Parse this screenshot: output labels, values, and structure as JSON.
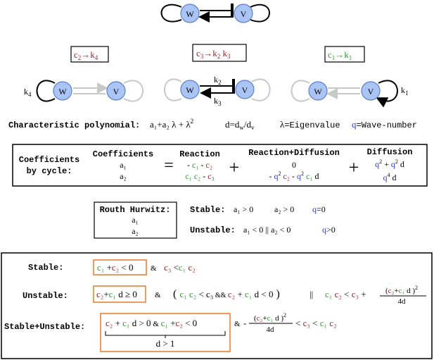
{
  "colors": {
    "node_fill": "#a9c4f5",
    "node_stroke": "#5a7fc8",
    "red": "#a0222b",
    "green": "#2f9e2f",
    "blue": "#2a3ad6",
    "orange": "#e8782a",
    "gray_loop": "#c8c8c8"
  },
  "nodes": {
    "w": "W",
    "v": "V"
  },
  "boxes": {
    "left": {
      "c": "c",
      "sub": "2",
      "arrow": "→",
      "k": "k",
      "ksub": "4"
    },
    "middle": {
      "c": "c",
      "sub": "3",
      "arrow": "→",
      "k1": "k",
      "k1sub": "2",
      "k2": "k",
      "k2sub": "3"
    },
    "right": {
      "c": "c",
      "sub": "1",
      "arrow": "→",
      "k": "k",
      "ksub": "1"
    }
  },
  "labels": {
    "k4": "k",
    "k4sub": "4",
    "k2": "k",
    "k2sub": "2",
    "k3": "k",
    "k3sub": "3",
    "k1": "k",
    "k1sub": "1"
  },
  "char_poly": {
    "label": "Characteristic polynomial:",
    "expr": "a₁+a₂ λ + λ",
    "sup": "2",
    "d_def": "d=d",
    "d_w": "w",
    "slash": "/d",
    "d_v": "v",
    "lambda": "λ",
    "eig": "=Eigenvalue",
    "q": "q",
    "wave": "=Wave-number"
  },
  "coef": {
    "title1": "Coefficients",
    "title2": "by cycle:",
    "col_head": "Coefficients",
    "a1": "a₁",
    "a2": "a₂",
    "eq": "=",
    "reaction": "Reaction",
    "reaction_diffusion": "Reaction+Diffusion",
    "diffusion": "Diffusion",
    "plus": "+",
    "r1_minus1": "- ",
    "r1_c1": "c₁",
    "r1_mid": " - ",
    "r1_c2": "c₂",
    "r2_c1": "c₁ c₂",
    "r2_mid": " - ",
    "r2_c3": "c₃",
    "rd1": "0",
    "rd2_pre": "- ",
    "rd2_q1": "q",
    "rd2_c2": " c₂",
    "rd2_mid": " - ",
    "rd2_q2": "q",
    "rd2_c1": " c₁",
    "rd2_d": " d",
    "d1_q1": "q",
    "d1_plus": " + ",
    "d1_q2": "q",
    "d1_d": " d",
    "d2_q": "q",
    "d2_sup": "4",
    "d2_d": " d",
    "sq": "2"
  },
  "routh": {
    "title": "Routh Hurwitz:",
    "a1": "a₁",
    "a2": "a₂",
    "stable": "Stable:",
    "stable_a1": "a₁ > 0",
    "stable_a2": "a₂ > 0",
    "stable_q": "q",
    "stable_q_val": "=0",
    "unstable": "Unstable:",
    "unstable_a": "a₁ < 0 || a₂ < 0",
    "unstable_q": "q",
    "unstable_q_val": ">0"
  },
  "conditions": {
    "stable_label": "Stable:",
    "stable_box_c1": "c₁",
    "stable_box_rest": " +",
    "stable_box_c2": "c₂",
    "stable_box_lt": " < 0",
    "stable_amp": "&",
    "stable_c3": "c₃",
    "stable_lt": " <",
    "stable_c1": "c₁",
    "stable_c2": " c₂",
    "unstable_label": "Unstable:",
    "unstable_box_c2": "c₂",
    "unstable_box_plus": "+",
    "unstable_box_c1": "c₁",
    "unstable_box_rest": " d ≥ 0",
    "unstable_amp": "&",
    "unstable_paren_open": "(",
    "unstable_c1c2": "c₁ c₂",
    "unstable_lt_c3": " < c₃",
    "unstable_andand": " && ",
    "unstable_c2": "c₂",
    "unstable_plus": " + ",
    "unstable_c1": "c₁",
    "unstable_d_lt0": " d < 0",
    "unstable_paren_close": ")",
    "unstable_or": "||",
    "unstable_c1b": "c₁",
    "unstable_c2b": " c₂",
    "unstable_lt2": " < ",
    "unstable_c3b": "c₃",
    "unstable_plus2": " + ",
    "frac_num_open": "(",
    "frac_num_c2": "c₂",
    "frac_num_plus": "+",
    "frac_num_c1": "c₁",
    "frac_num_close": " d )",
    "frac_sup": "2",
    "frac_den": "4d",
    "su_label": "Stable+Unstable:",
    "su_c2": "c₂",
    "su_plus": " + ",
    "su_c1": "c₁",
    "su_d_gt0": " d  > 0",
    "su_amp1": " & ",
    "su_c1b": "c₁",
    "su_plus2": " +",
    "su_c2b": "c₂",
    "su_lt0": " < 0",
    "su_brace_label": "d > 1",
    "su_amp2": "&",
    "su_minus": "-",
    "su_num_open": "(",
    "su_num_c2": "c₂",
    "su_num_plus": "+",
    "su_num_c1": "c₁",
    "su_num_close": " d )",
    "su_sup": "2",
    "su_den": "4d",
    "su_lt": " < ",
    "su_c3": "c₃",
    "su_lt2": " < ",
    "su_c1c": "c₁",
    "su_c2c": " c₂"
  }
}
